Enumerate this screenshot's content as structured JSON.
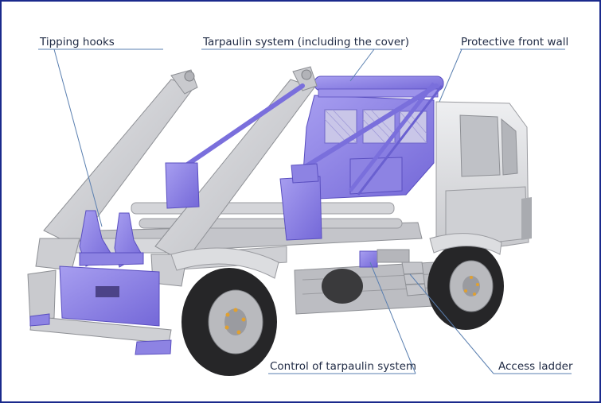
{
  "labels": {
    "tipping_hooks": "Tipping hooks",
    "tarpaulin_system": "Tarpaulin system (including the cover)",
    "protective_front_wall": "Protective front wall",
    "control_tarpaulin": "Control of tarpaulin system",
    "access_ladder": "Access ladder"
  },
  "colors": {
    "frame": "#1a2a8c",
    "highlight": "#8a7fe6",
    "body": "#d9dadd",
    "leader": "#5a7fb0"
  }
}
